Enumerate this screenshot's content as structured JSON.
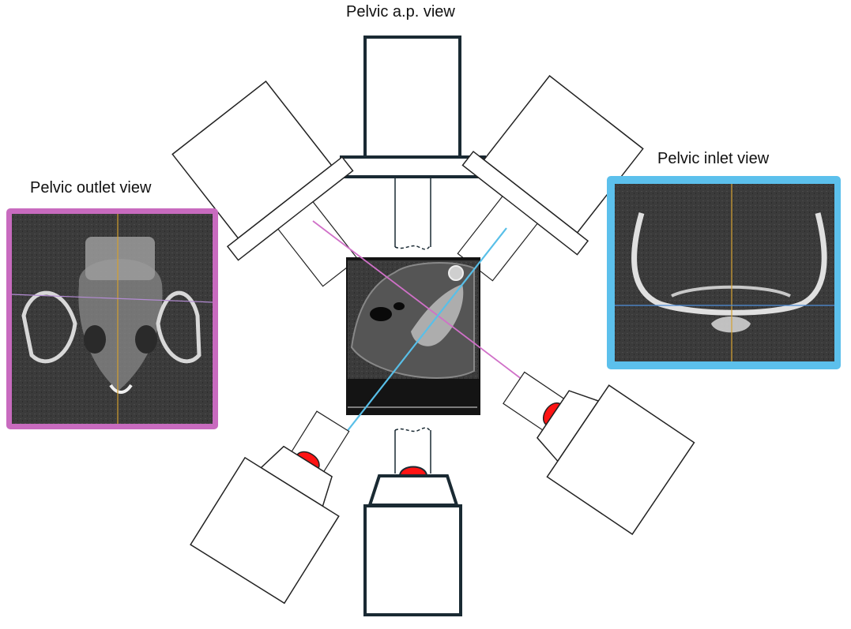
{
  "labels": {
    "ap_view": "Pelvic a.p. view",
    "inlet_view": "Pelvic inlet view",
    "outlet_view": "Pelvic outlet view"
  },
  "colors": {
    "outlet_frame": "#c86bbf",
    "inlet_frame": "#5cc0ec",
    "outlet_beam": "#d070c8",
    "inlet_beam": "#58bfe8",
    "detector_emitter": "#ff1414",
    "device_outline": "#1a2a33",
    "midline_marker": "#d4a030",
    "ct_background": "#1e1e1e"
  },
  "icons": {
    "ap_device": "c-arm-detector-icon",
    "emitter": "x-ray-source-icon"
  }
}
